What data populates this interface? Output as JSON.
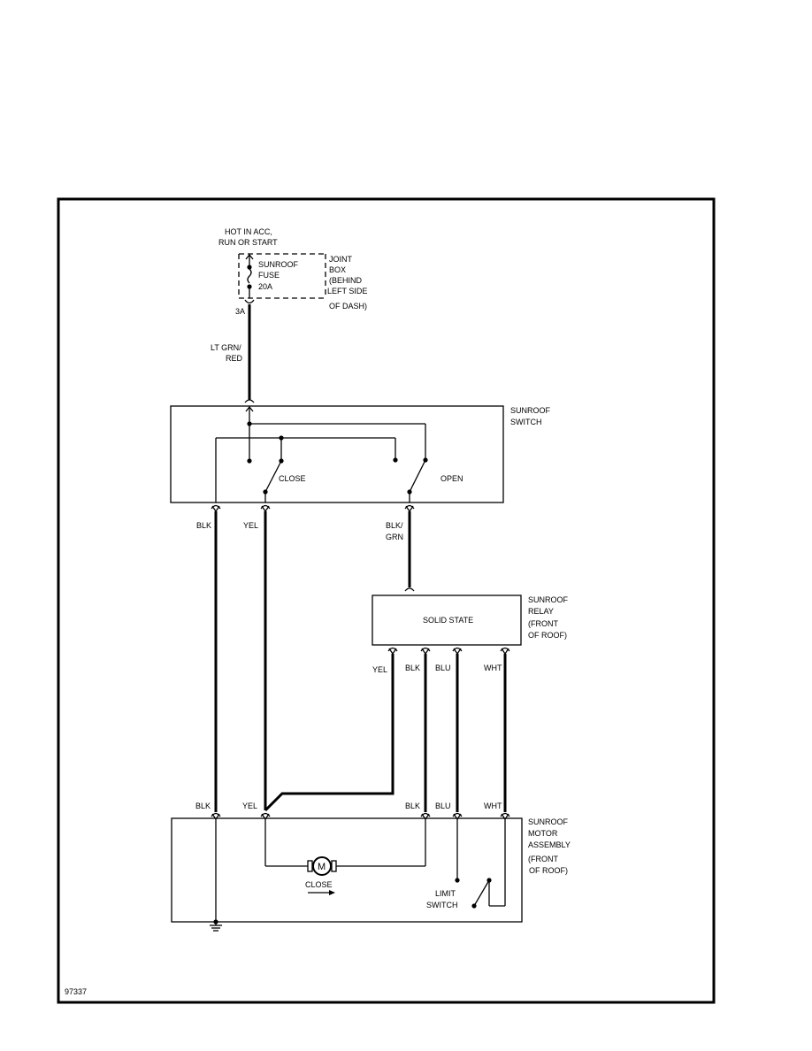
{
  "power": {
    "line1": "HOT IN ACC,",
    "line2": "RUN OR START"
  },
  "fuse": {
    "line1": "SUNROOF",
    "line2": "FUSE",
    "line3": "20A"
  },
  "joint_box": {
    "line1": "JOINT",
    "line2": "BOX",
    "line3": "(BEHIND",
    "line4": "LEFT SIDE",
    "line5": "OF DASH)"
  },
  "terminal_3a": "3A",
  "wire_feed": {
    "line1": "LT GRN/",
    "line2": "RED"
  },
  "sunroof_switch": {
    "line1": "SUNROOF",
    "line2": "SWITCH",
    "close_label": "CLOSE",
    "open_label": "OPEN"
  },
  "switch_wires": {
    "blk": "BLK",
    "yel": "YEL",
    "blk_grn_1": "BLK/",
    "blk_grn_2": "GRN"
  },
  "relay": {
    "line1": "SUNROOF",
    "line2": "RELAY",
    "line3": "(FRONT",
    "line4": "OF ROOF)",
    "inner": "SOLID STATE"
  },
  "relay_wires": {
    "yel": "YEL",
    "blk": "BLK",
    "blu": "BLU",
    "wht": "WHT"
  },
  "motor_wires": {
    "blk_left": "BLK",
    "yel": "YEL",
    "blk_right": "BLK",
    "blu": "BLU",
    "wht": "WHT"
  },
  "motor_assembly": {
    "line1": "SUNROOF",
    "line2": "MOTOR",
    "line3": "ASSEMBLY",
    "line4": "(FRONT",
    "line5": "OF ROOF)",
    "motor_symbol": "M",
    "close_label": "CLOSE"
  },
  "limit_switch": {
    "line1": "LIMIT",
    "line2": "SWITCH"
  },
  "figure_code": "97337"
}
